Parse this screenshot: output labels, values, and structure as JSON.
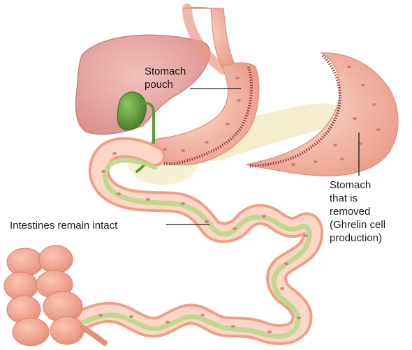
{
  "labels": {
    "stomach_pouch": "Stomach\npouch",
    "intestines": "Intestines remain intact",
    "stomach_removed": "Stomach\nthat is\nremoved\n(Ghrelin cell\nproduction)"
  },
  "colors": {
    "liver": "#e8a4a0",
    "stomach": "#f2b8a4",
    "intestine": "#f4b8a2",
    "intestine_inner": "#b9d88a",
    "gallbladder": "#5c9a3a",
    "pancreas": "#f3ecc8",
    "staple_line": "#8b3b3b",
    "text": "#1a1a1a"
  }
}
